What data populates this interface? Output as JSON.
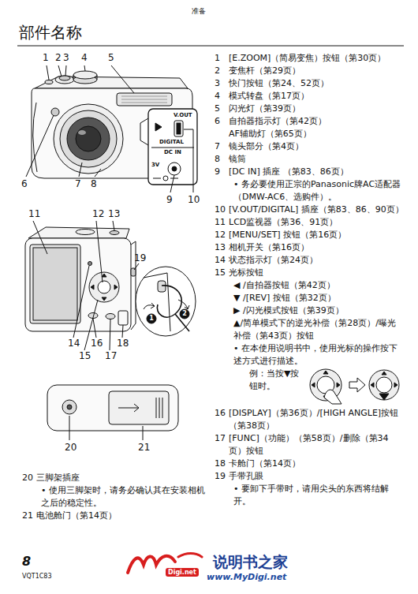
{
  "diagram": {
    "title": "部件名称",
    "labels": [
      "准备",
      "1",
      "2",
      "3",
      "4",
      "5",
      "6",
      "7",
      "8",
      "9",
      "10",
      "V.OUT",
      "DIGITAL",
      "DC IN",
      "3V",
      "11",
      "12",
      "13",
      "19",
      "14",
      "16",
      "18",
      "15",
      "17",
      "1",
      "2",
      "20",
      "21",
      "20",
      "三脚架插座",
      "• 使用三脚架时，请务必确认其在安装相机之后的稳定性。",
      "21",
      "电池舱门（第14页）",
      "1",
      "[E.ZOOM]（简易变焦）按钮（第30页）",
      "2",
      "变焦杆（第29页）",
      "3",
      "快门按钮（第24、52页）",
      "4",
      "模式转盘（第17页）",
      "5",
      "闪光灯（第39页）",
      "6",
      "自拍器指示灯（第42页）",
      "AF辅助灯（第65页）",
      "7",
      "镜头部分（第4页）",
      "8",
      "镜筒",
      "9",
      "[DC IN] 插座 （第83、86页）",
      "• 务必要使用正宗的Panasonic牌AC适配器（DMW-AC6、选购件）。",
      "10",
      "[V.OUT/DIGITAL] 插座（第83、86、90页）",
      "11",
      "LCD监视器（第36、91页）",
      "12",
      "[MENU/SET] 按钮（第16页）",
      "13",
      "相机开关（第16页）",
      "14",
      "状态指示灯（第24页）",
      "15",
      "光标按钮",
      "◀ /自拍器按钮（第42页）",
      "▼ /[REV] 按钮（第32页）",
      "▶ /闪光模式按钮（第39页）",
      "▲/简单模式下的逆光补偿（第28页）/曝光补偿（第43页）按钮",
      "• 在本使用说明书中，使用光标的操作按下述方式进行描述。",
      "例：当按▼按钮时。",
      "16",
      "[DISPLAY]（第36页）/[HIGH ANGLE]按钮（第38页）",
      "17",
      "[FUNC]（功能）（第58页）/删除（第34页）按钮",
      "18",
      "卡舱门（第14页）",
      "19",
      "手带孔眼",
      "• 要卸下手带时，请用尖头的东西将结解开。",
      "8",
      "VQT1C83",
      "Digi.net",
      "说明书之家",
      "www.MyDigi.net"
    ]
  }
}
